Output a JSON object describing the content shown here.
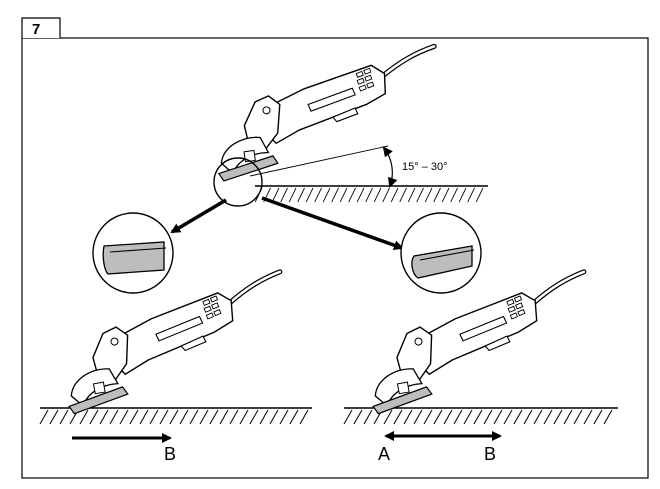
{
  "figure": {
    "number": "7",
    "angle_label": "15° – 30°",
    "left_scene": {
      "arrow_label": "B"
    },
    "right_scene": {
      "arrow_label_left": "A",
      "arrow_label_right": "B"
    }
  },
  "colors": {
    "line": "#000000",
    "paper": "#ffffff",
    "tool_gray": "#bdbdbd",
    "fill_light": "#f2f2f2"
  },
  "icons": [
    "angle-grinder-icon",
    "magnified-disc-detail-icon",
    "direction-arrow-icon"
  ]
}
